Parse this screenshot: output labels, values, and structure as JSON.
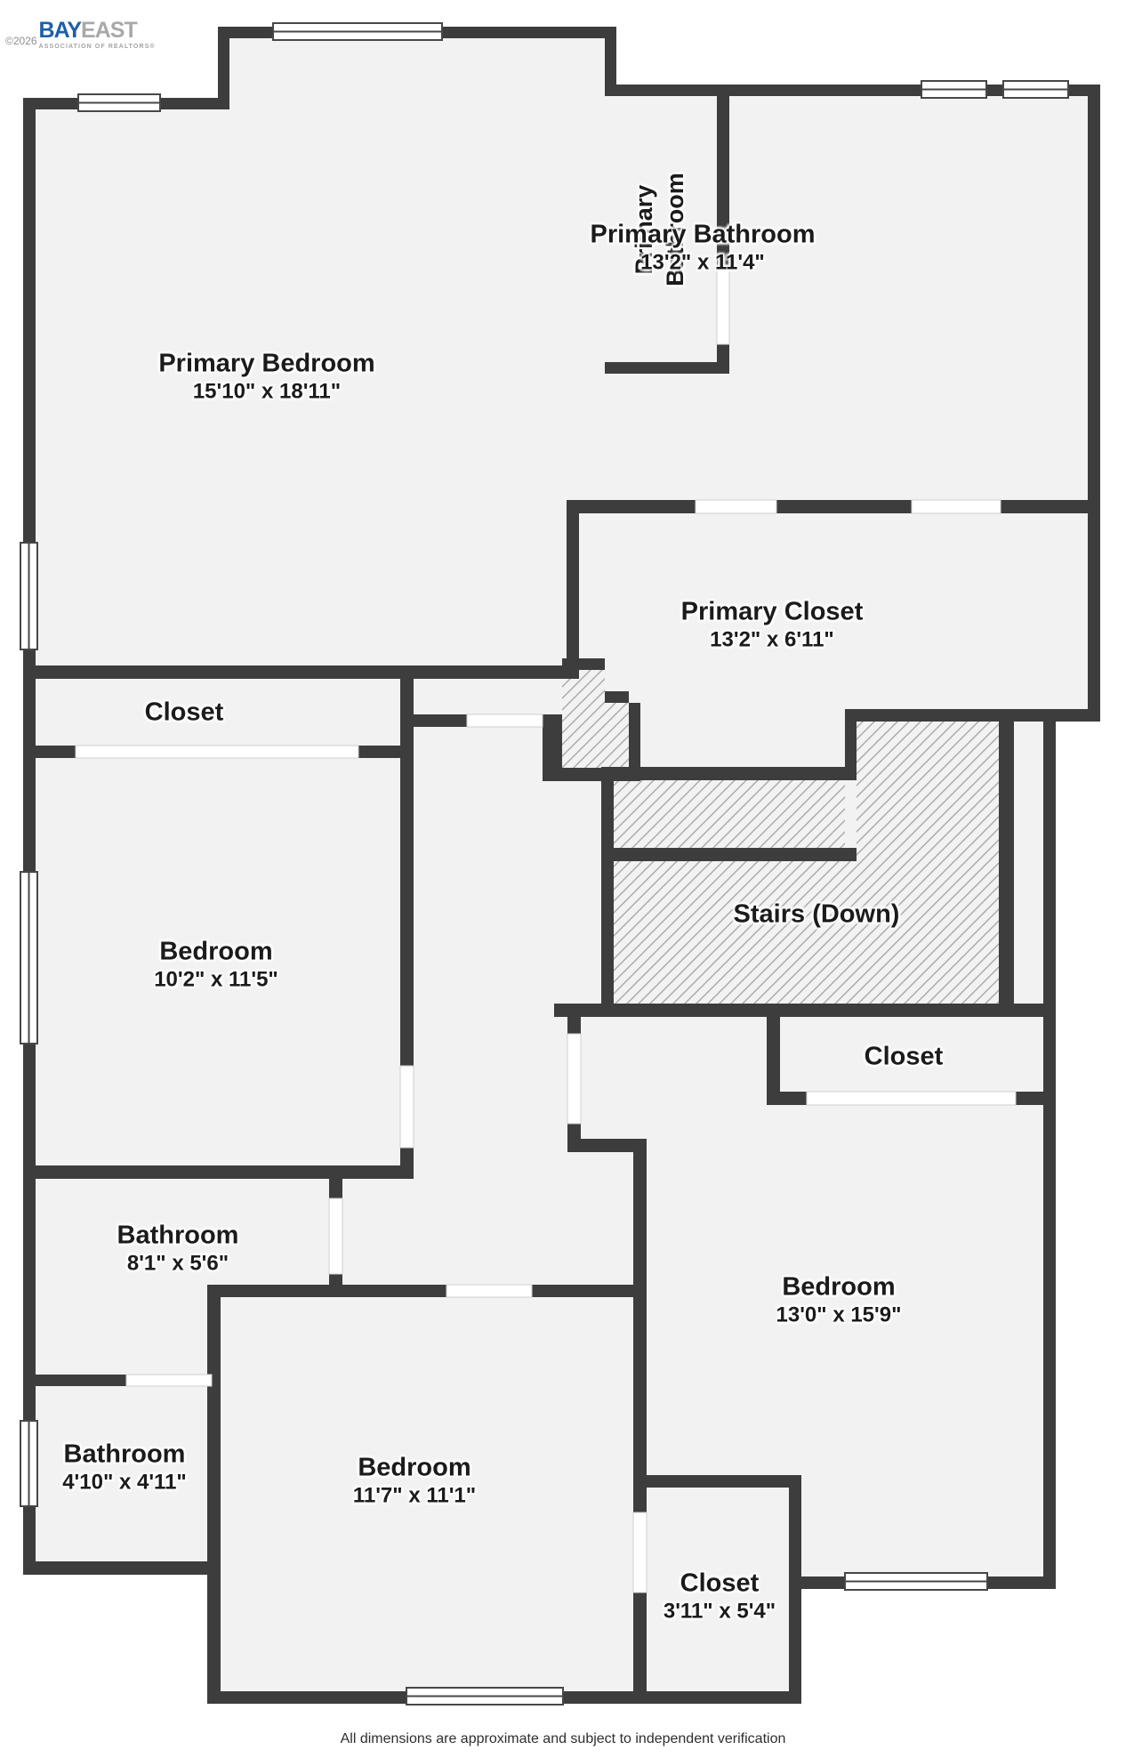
{
  "logo": {
    "copyright": "©2026",
    "brand_primary": "BAY",
    "brand_secondary": "EAST",
    "tagline": "ASSOCIATION OF REALTORS®"
  },
  "colors": {
    "wall": "#3d3d3d",
    "floor": "#f2f2f2",
    "hatch_line": "#a8a8a8",
    "label_text": "#1b1b1b",
    "brand_blue": "#1d5fa8",
    "brand_gray": "#a9a9a9"
  },
  "rooms": [
    {
      "id": "primary-bedroom",
      "name": "Primary Bedroom",
      "dims": "15'10\" x 18'11\""
    },
    {
      "id": "primary-bathroom-hall",
      "line1": "Primary",
      "line2": "Bathroom"
    },
    {
      "id": "primary-bathroom",
      "name": "Primary Bathroom",
      "dims": "13'2\" x 11'4\""
    },
    {
      "id": "primary-closet",
      "name": "Primary Closet",
      "dims": "13'2\" x 6'11\""
    },
    {
      "id": "closet-left",
      "name": "Closet"
    },
    {
      "id": "bedroom-left",
      "name": "Bedroom",
      "dims": "10'2\" x 11'5\""
    },
    {
      "id": "stairs",
      "name": "Stairs (Down)"
    },
    {
      "id": "closet-right-upper",
      "name": "Closet"
    },
    {
      "id": "bedroom-right",
      "name": "Bedroom",
      "dims": "13'0\" x 15'9\""
    },
    {
      "id": "bathroom-upper",
      "name": "Bathroom",
      "dims": "8'1\" x 5'6\""
    },
    {
      "id": "bathroom-lower",
      "name": "Bathroom",
      "dims": "4'10\" x 4'11\""
    },
    {
      "id": "bedroom-middle",
      "name": "Bedroom",
      "dims": "11'7\" x 11'1\""
    },
    {
      "id": "closet-bottom",
      "name": "Closet",
      "dims": "3'11\" x 5'4\""
    }
  ],
  "footer": {
    "disclaimer": "All dimensions are approximate and subject to independent verification"
  }
}
